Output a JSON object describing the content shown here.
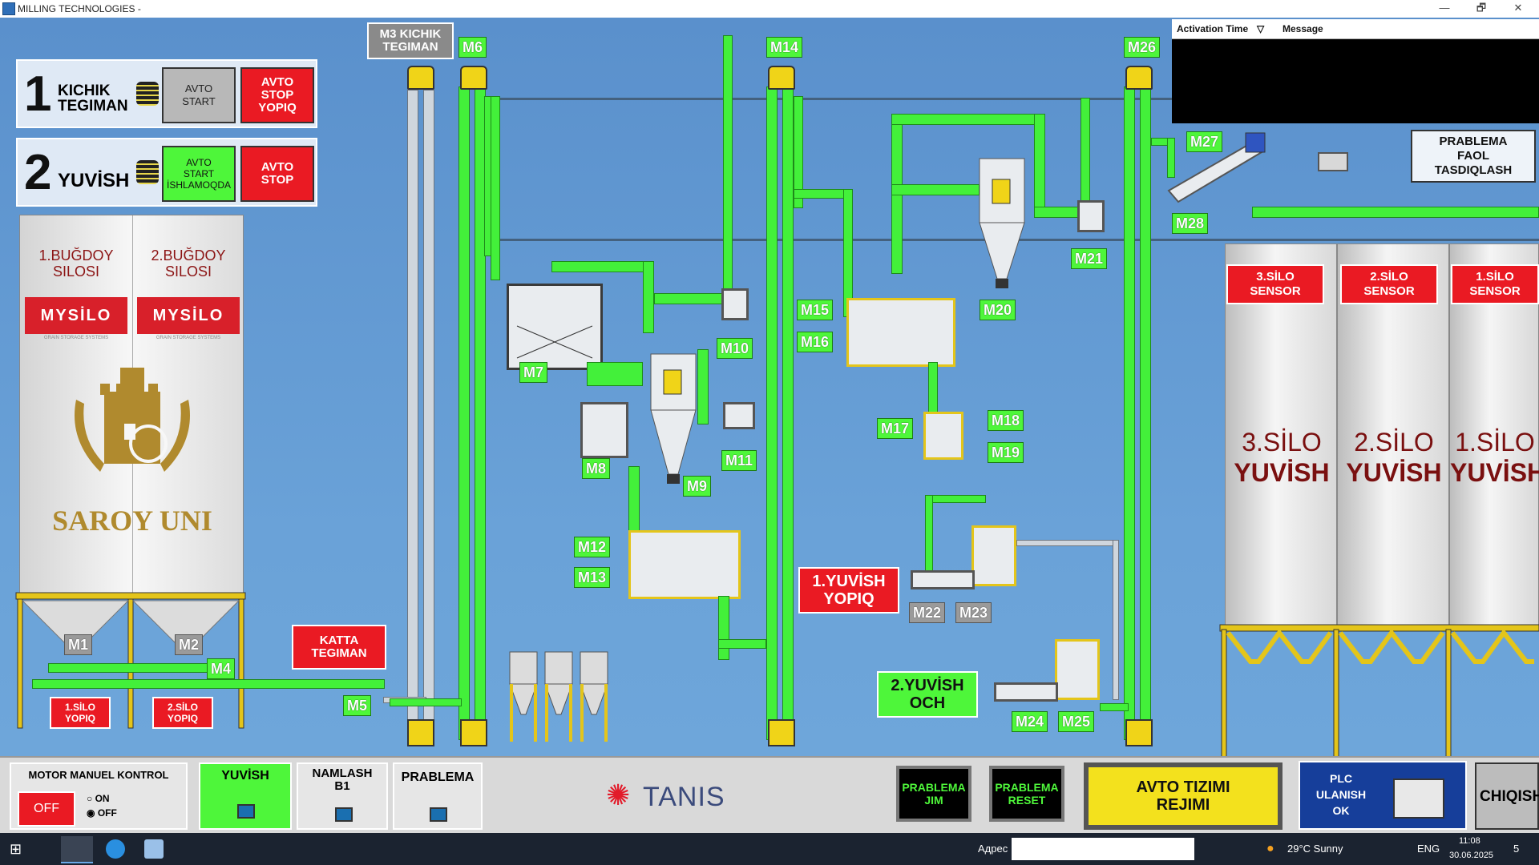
{
  "window": {
    "title": "MILLING TECHNOLOGIES -",
    "restore": "🗗",
    "close": "✕",
    "minimize": "—"
  },
  "alarm": {
    "col_time": "Activation Time",
    "col_msg": "Message",
    "sort_icon": "▽"
  },
  "panel1": {
    "digit": "1",
    "name": "KICHIK\nTEGIMAN",
    "btn_start": "AVTO\nSTART",
    "btn_stop": "AVTO\nSTOP\nYOPIQ"
  },
  "panel2": {
    "digit": "2",
    "name": "YUVİSH",
    "btn_start": "AVTO\nSTART\nİSHLAMOQDA",
    "btn_stop": "AVTO\nSTOP"
  },
  "silos_left": {
    "s1": "1.BUĞDOY\nSILOSI",
    "s2": "2.BUĞDOY\nSILOSI",
    "brand": "MYSİLO",
    "brand_sub": "GRAIN STORAGE SYSTEMS",
    "logo_text": "SAROY UNI",
    "s1_btn": "1.SİLO\nYOPIQ",
    "s2_btn": "2.SİLO\nYOPIQ"
  },
  "top_label": "M3 KICHIK\nTEGIMAN",
  "katta": "KATTA\nTEGIMAN",
  "motors": {
    "M1": "M1",
    "M2": "M2",
    "M4": "M4",
    "M5": "M5",
    "M6": "M6",
    "M7": "M7",
    "M8": "M8",
    "M9": "M9",
    "M10": "M10",
    "M11": "M11",
    "M12": "M12",
    "M13": "M13",
    "M14": "M14",
    "M15": "M15",
    "M16": "M16",
    "M17": "M17",
    "M18": "M18",
    "M19": "M19",
    "M20": "M20",
    "M21": "M21",
    "M22": "M22",
    "M23": "M23",
    "M24": "M24",
    "M25": "M25",
    "M26": "M26",
    "M27": "M27",
    "M28": "M28"
  },
  "yuvish1": "1.YUVİSH\nYOPIQ",
  "yuvish2": "2.YUVİSH\nOCH",
  "problem_ack": "PRABLEMA\nFAOL\nTASDIQLASH",
  "silos_right": [
    {
      "sensor": "3.SİLO\nSENSOR",
      "name": "3.SİLO",
      "sub": "YUVİSH"
    },
    {
      "sensor": "2.SİLO\nSENSOR",
      "name": "2.SİLO",
      "sub": "YUVİSH"
    },
    {
      "sensor": "1.SİLO\nSENSOR",
      "name": "1.SİLO",
      "sub": "YUVİSH"
    }
  ],
  "bottom": {
    "motor_manual": "MOTOR MANUEL KONTROL",
    "off_btn": "OFF",
    "radio_on": "ON",
    "radio_off": "OFF",
    "tab_yuvish": "YUVİSH",
    "tab_namlash": "NAMLASH\nB1",
    "tab_prablema": "PRABLEMA",
    "brand": "TANIS",
    "prablema_jim": "PRABLEMA\nJIM",
    "prablema_reset": "PRABLEMA\nRESET",
    "avto_rejim": "AVTO TIZIMI\nREJIMI",
    "plc": "PLC\nULANISH\nOK",
    "exit": "CHIQISH"
  },
  "taskbar": {
    "address_label": "Адрес",
    "weather": "29°C  Sunny",
    "lang": "ENG",
    "time": "11:08",
    "date": "30.06.2025",
    "notif": "5"
  },
  "colors": {
    "active_green": "#4ef63a",
    "stop_red": "#ea1a23",
    "background_blue": "#5b93cf",
    "yellow": "#f0d418"
  }
}
